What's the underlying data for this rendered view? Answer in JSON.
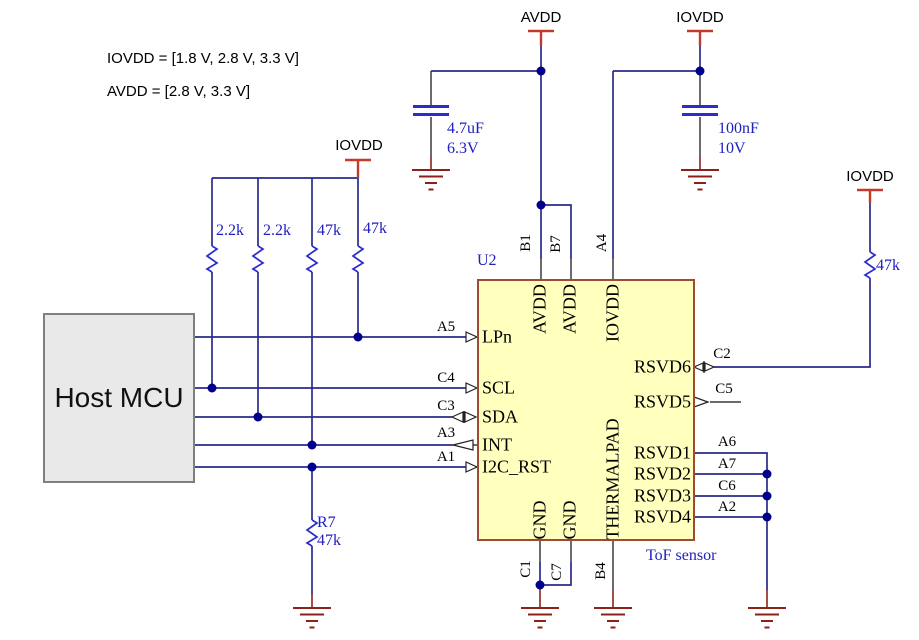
{
  "colors": {
    "wire": "#2A2A8C",
    "pin": "#3A3A3A",
    "ground": "#8C2119",
    "power": "#C23A2A",
    "component": "#2B2BD0",
    "label_blue": "#2020C0",
    "junction": "#00008B",
    "chip_fill": "#FFFFBE",
    "chip_border": "#A04A32",
    "host_fill": "#E9E9E9",
    "host_border": "#808080"
  },
  "notes": {
    "iovdd_range": "IOVDD = [1.8 V, 2.8 V, 3.3 V]",
    "avdd_range": "AVDD = [2.8 V, 3.3 V]"
  },
  "power_nets": {
    "avdd": "AVDD",
    "iovdd": "IOVDD"
  },
  "host_mcu": {
    "label": "Host MCU"
  },
  "chip": {
    "designator": "U2",
    "description": "ToF sensor",
    "left_pins": [
      {
        "name": "LPn",
        "designator": "A5"
      },
      {
        "name": "SCL",
        "designator": "C4"
      },
      {
        "name": "SDA",
        "designator": "C3"
      },
      {
        "name": "INT",
        "designator": "A3"
      },
      {
        "name": "I2C_RST",
        "designator": "A1"
      }
    ],
    "top_pins": [
      {
        "name": "AVDD",
        "designator": "B1"
      },
      {
        "name": "AVDD",
        "designator": "B7"
      },
      {
        "name": "IOVDD",
        "designator": "A4"
      }
    ],
    "bottom_pins": [
      {
        "name": "GND",
        "designator": "C1"
      },
      {
        "name": "GND",
        "designator": "C7"
      },
      {
        "name": "THERMALPAD",
        "designator": "B4"
      }
    ],
    "right_pins": [
      {
        "name": "RSVD6",
        "designator": "C2"
      },
      {
        "name": "RSVD5",
        "designator": "C5"
      },
      {
        "name": "RSVD1",
        "designator": "A6"
      },
      {
        "name": "RSVD2",
        "designator": "A7"
      },
      {
        "name": "RSVD3",
        "designator": "C6"
      },
      {
        "name": "RSVD4",
        "designator": "A2"
      }
    ]
  },
  "resistors": {
    "pullup_values": [
      "2.2k",
      "2.2k",
      "47k",
      "47k"
    ],
    "right_pullup": {
      "value": "47k"
    },
    "r7": {
      "ref": "R7",
      "value": "47k"
    }
  },
  "capacitors": {
    "c_avdd": {
      "value": "4.7uF",
      "rating": "6.3V"
    },
    "c_iovdd": {
      "value": "100nF",
      "rating": "10V"
    }
  }
}
